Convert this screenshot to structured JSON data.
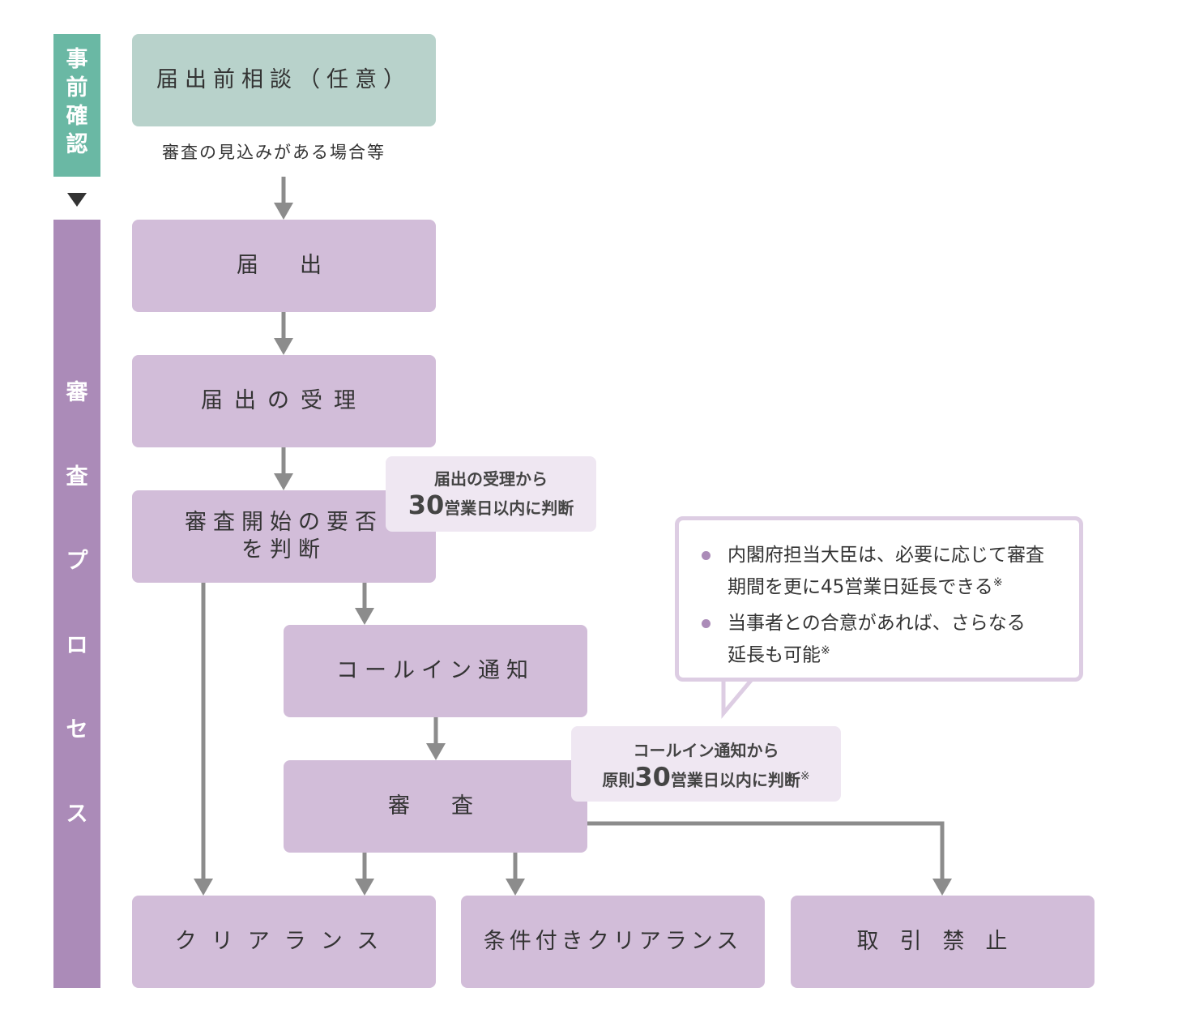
{
  "phases": {
    "pre": "事前確認",
    "review": "審査プロセス"
  },
  "steps": {
    "consult": "届出前相談（任意）",
    "consult_note": "審査の見込みがある場合等",
    "filing": "届　出",
    "acceptance": "届出の受理",
    "decide_line1": "審査開始の要否",
    "decide_line2": "を判断",
    "callin": "コールイン通知",
    "review": "審　査",
    "clearance": "クリアランス",
    "conditional": "条件付きクリアランス",
    "prohibit": "取引禁止"
  },
  "callouts": {
    "c1_line1": "届出の受理から",
    "c1_num": "30",
    "c1_rest": "営業日以内に判断",
    "c2_line1": "コールイン通知から",
    "c2_pre": "原則",
    "c2_num": "30",
    "c2_rest": "営業日以内に判断",
    "c2_mark": "※"
  },
  "bubble": {
    "item1_a": "内閣府担当大臣は、必要に応じて審査",
    "item1_b": "期間を更に45営業日延長できる",
    "item1_mark": "※",
    "item2_a": "当事者との合意があれば、さらなる",
    "item2_b": "延長も可能",
    "item2_mark": "※"
  },
  "colors": {
    "pre_phase": "#6ab8a4",
    "review_phase": "#ab8bb8",
    "green_box": "#b8d2cb",
    "purple_box": "#d2bdd9",
    "callout_bg": "#efe7f2",
    "arrow": "#8c8c8c"
  }
}
